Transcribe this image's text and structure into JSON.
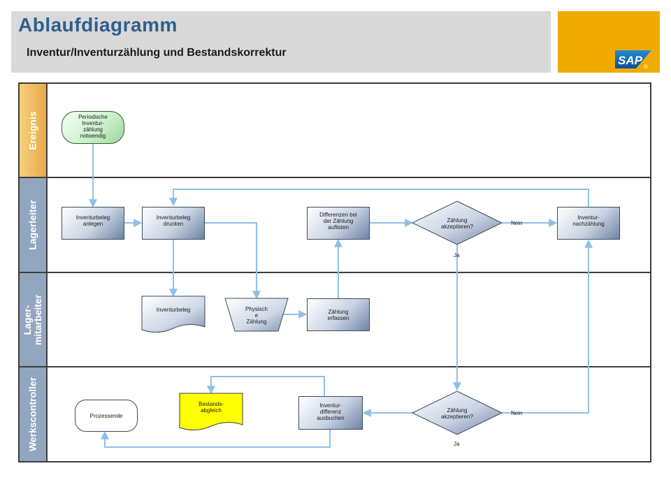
{
  "header": {
    "title": "Ablaufdiagramm",
    "subtitle": "Inventur/Inventurzählung und Bestandskorrektur",
    "logo_text": "SAP",
    "logo_mark": "®"
  },
  "colors": {
    "title": "#2f5e8c",
    "header_bg": "#d9d9d9",
    "logo_bg": "#f0ab00",
    "lane_label": "#93a6bf",
    "connector": "#8fbfe6",
    "event_fill": "#c9f0c9",
    "document_yellow": "#ffff00"
  },
  "lanes": [
    {
      "label": "Ereignis"
    },
    {
      "label": "Lagerleiter"
    },
    {
      "label": "Lager-\nmitarbeiter"
    },
    {
      "label": "Werkscontroller"
    }
  ],
  "nodes": {
    "periodic_event": "Periodische\nInventur-\nzählung\nnotwendig",
    "create_doc": "Inventurbeleg\nanlegen",
    "print_doc": "Inventurbeleg\ndrucken",
    "list_diffs": "Differenzen bei\nder Zählung\nauflisten",
    "accept_count_1": "Zählung\nakzeptieren?",
    "recount": "Inventur-\nnachzählung",
    "doc_output": "Inventurbeleg",
    "physical_count": "Physisch\ne\nZählung",
    "enter_count": "Zählung\nerfassen",
    "process_end": "Prozessende",
    "stock_reconcile": "Bestands-\nabgleich",
    "post_diff": "Inventur-\ndifferenz\nausbuchen",
    "accept_count_2": "Zählung\nakzeptieren?"
  },
  "edge_labels": {
    "no_1": "Nein",
    "yes_1": "Ja",
    "no_2": "Nein",
    "yes_2": "Ja"
  }
}
